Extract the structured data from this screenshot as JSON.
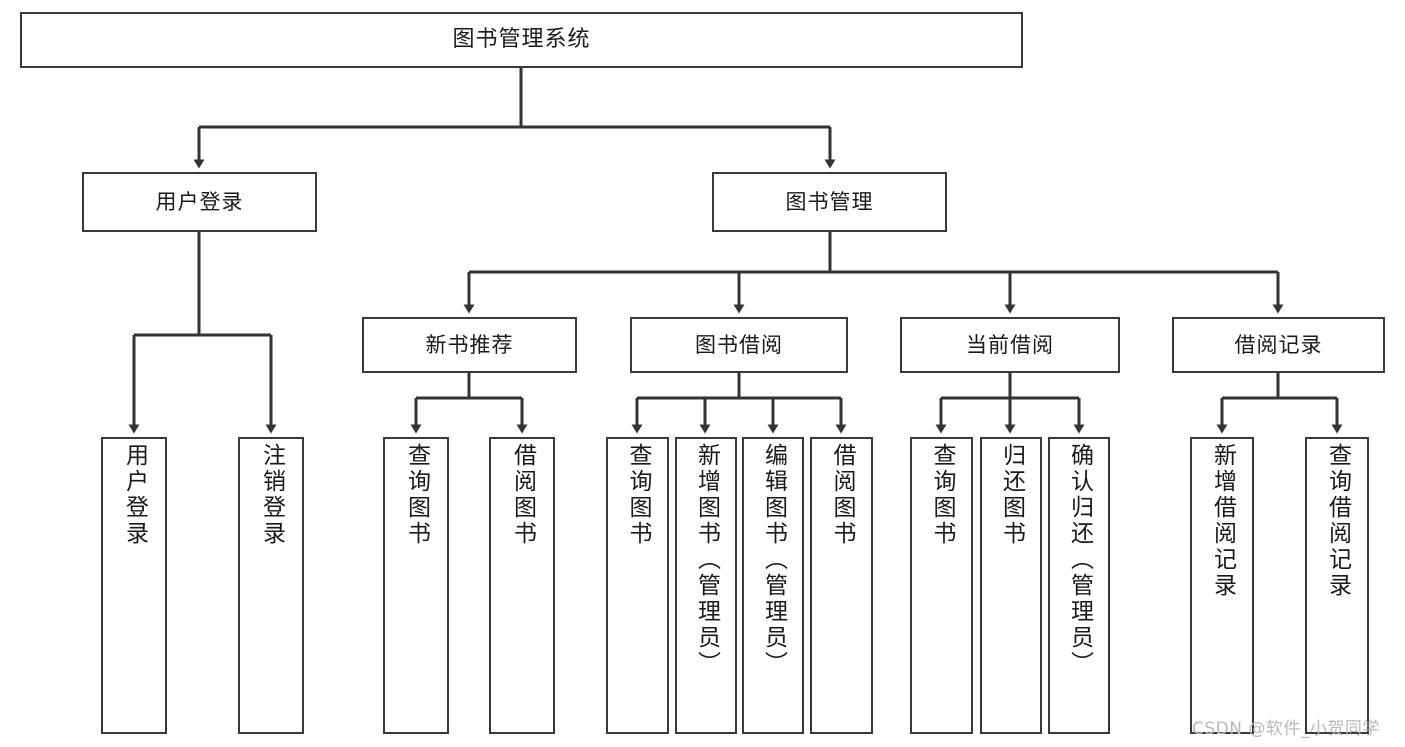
{
  "diagram": {
    "title": "图书管理系统",
    "type": "tree-hierarchy-chart",
    "watermark": "CSDN @软件_小贺同学",
    "colors": {
      "border": "#3a3a3a",
      "background": "#ffffff",
      "text": "#1a1a1a",
      "edge": "#333333",
      "watermark": "#b9b9b9"
    },
    "root": {
      "label": "图书管理系统"
    },
    "level2": [
      {
        "label": "用户登录"
      },
      {
        "label": "图书管理"
      }
    ],
    "level3": [
      {
        "label": "新书推荐"
      },
      {
        "label": "图书借阅"
      },
      {
        "label": "当前借阅"
      },
      {
        "label": "借阅记录"
      }
    ],
    "leaves": {
      "user_login": [
        {
          "label": "用户登录"
        },
        {
          "label": "注销登录"
        }
      ],
      "new_book_recommend": [
        {
          "label": "查询图书"
        },
        {
          "label": "借阅图书"
        }
      ],
      "book_borrow": [
        {
          "label": "查询图书"
        },
        {
          "label": "新增图书（管理员）"
        },
        {
          "label": "编辑图书（管理员）"
        },
        {
          "label": "借阅图书"
        }
      ],
      "current_borrow": [
        {
          "label": "查询图书"
        },
        {
          "label": "归还图书"
        },
        {
          "label": "确认归还（管理员）"
        }
      ],
      "borrow_records": [
        {
          "label": "新增借阅记录"
        },
        {
          "label": "查询借阅记录"
        }
      ]
    }
  }
}
